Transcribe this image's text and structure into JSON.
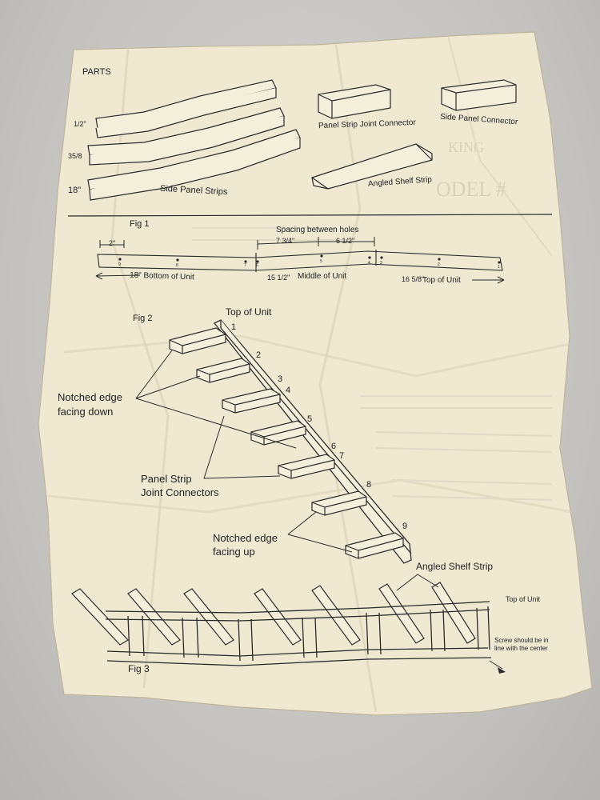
{
  "colors": {
    "paper": "#efe9d2",
    "ink": "#2a2a2a",
    "background": "#c9c7c3"
  },
  "parts": {
    "heading": "PARTS",
    "size_1": "1/2\"",
    "size_2": "35/8",
    "size_3": "18\"",
    "side_panel_strips": "Side Panel Strips",
    "panel_strip_joint_connector": "Panel Strip Joint Connector",
    "side_panel_connector": "Side Panel Connector",
    "angled_shelf_strip": "Angled Shelf Strip"
  },
  "fig1": {
    "label": "Fig 1",
    "spacing_title": "Spacing between holes",
    "dim_2": "2\"",
    "dim_7_3_4": "7 3/4\"",
    "dim_6_1_2": "6 1/2\"",
    "bottom": "18\"  Bottom of Unit",
    "middle_len": "15 1/2\"",
    "middle": "Middle of Unit",
    "top_len": "16 5/8\"",
    "top": "Top of Unit",
    "hole_numbers": [
      "9",
      "8",
      "7",
      "6",
      "5",
      "4",
      "3",
      "2",
      "1"
    ]
  },
  "fig2": {
    "label": "Fig 2",
    "top_of_unit": "Top of Unit",
    "numbers": [
      "1",
      "2",
      "3",
      "4",
      "5",
      "6",
      "7",
      "8",
      "9"
    ],
    "notched_down_line1": "Notched edge",
    "notched_down_line2": "facing down",
    "connectors_line1": "Panel Strip",
    "connectors_line2": "Joint Connectors",
    "notched_up_line1": "Notched edge",
    "notched_up_line2": "facing up"
  },
  "fig3": {
    "label": "Fig 3",
    "angled_shelf_strip": "Angled Shelf Strip",
    "top_of_unit": "Top of Unit",
    "screw_line1": "Screw should be in",
    "screw_line2": "line with the center"
  }
}
